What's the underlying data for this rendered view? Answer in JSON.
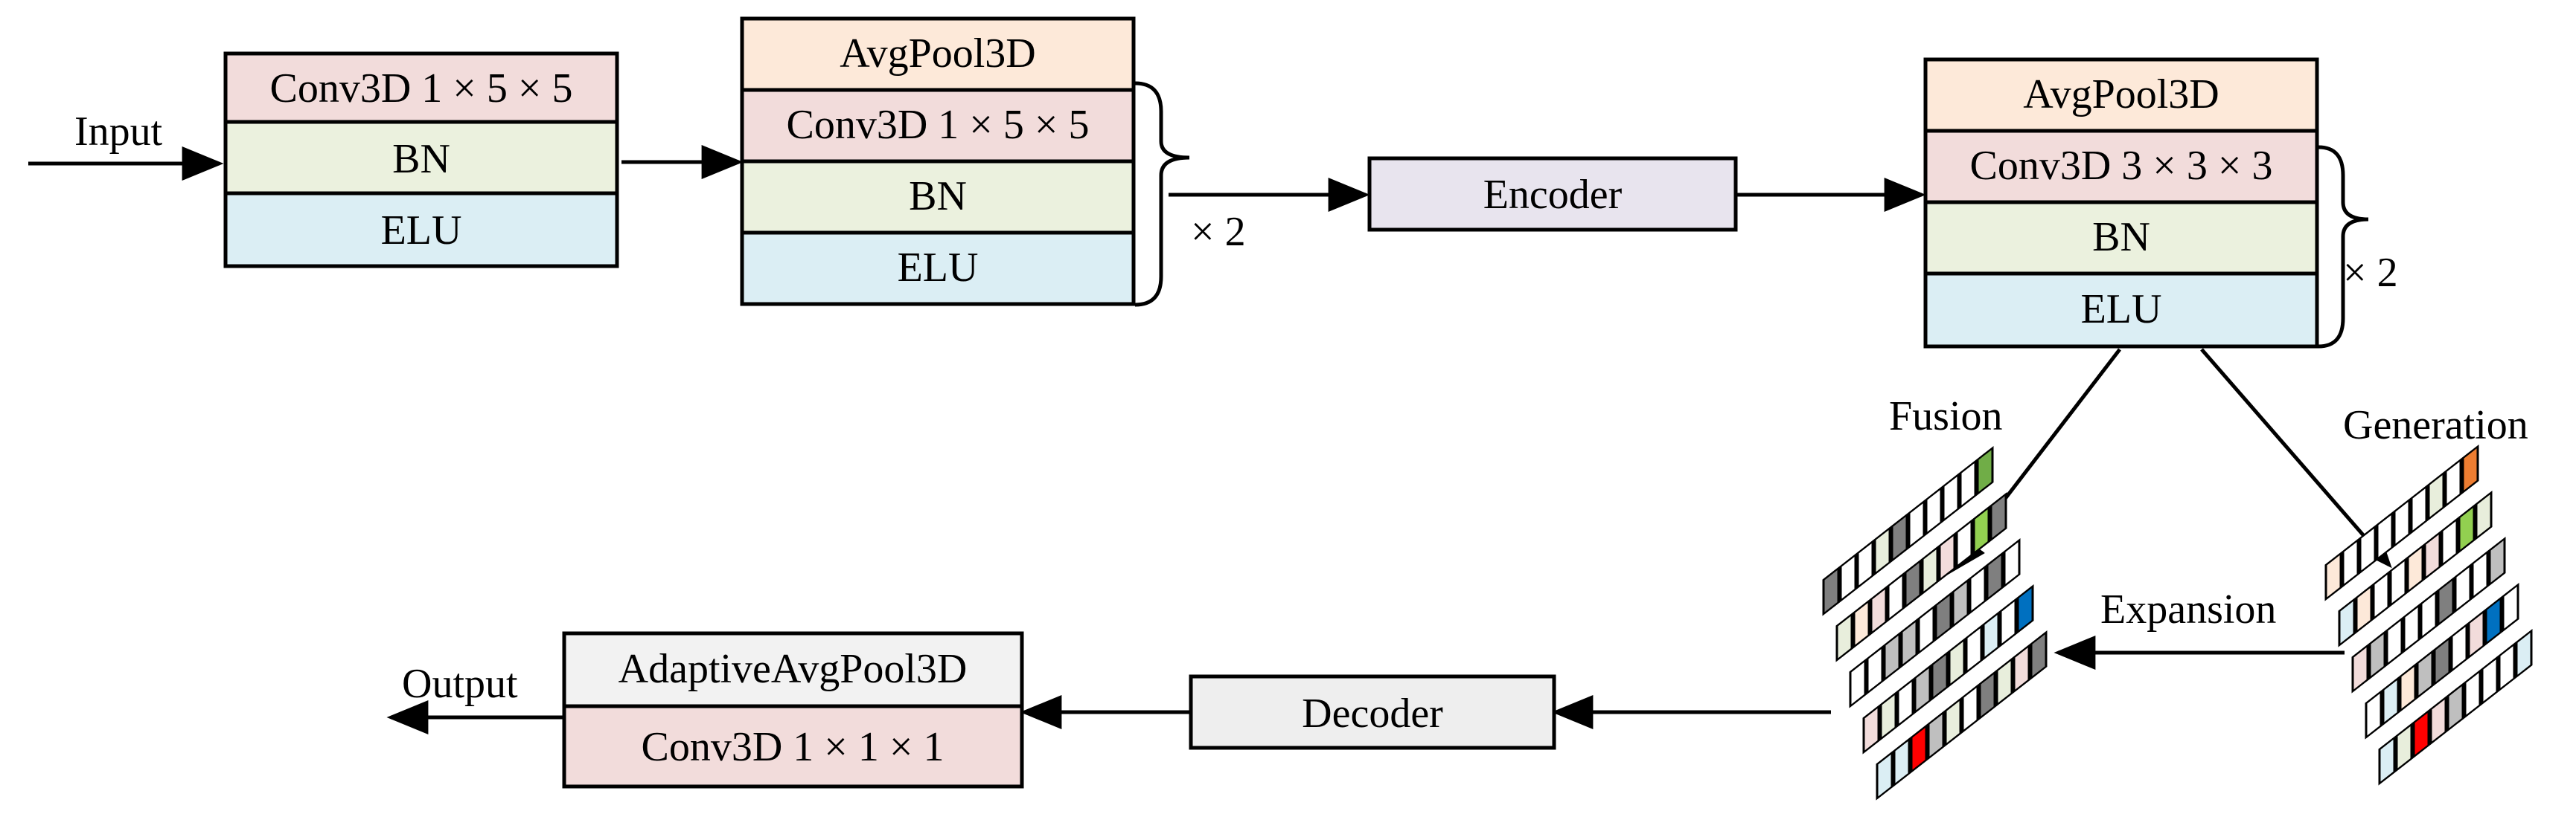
{
  "colors": {
    "conv": "#f2dcdb",
    "bn": "#ebf1de",
    "elu": "#dbeef4",
    "pool": "#fde9d9",
    "encoder": "#e8e4ee",
    "decoder": "#eeeeee",
    "adaptive": "#f2f2f2",
    "stroke": "#000000"
  },
  "block1": {
    "conv": "Conv3D 1 × 5 × 5",
    "bn": "BN",
    "elu": "ELU"
  },
  "block2": {
    "pool": "AvgPool3D",
    "conv": "Conv3D 1 × 5 × 5",
    "bn": "BN",
    "elu": "ELU",
    "repeat": "× 2"
  },
  "encoder": "Encoder",
  "block3": {
    "pool": "AvgPool3D",
    "conv": "Conv3D 3 × 3 × 3",
    "bn": "BN",
    "elu": "ELU",
    "repeat": "× 2"
  },
  "labels": {
    "input": "Input",
    "output": "Output",
    "fusion": "Fusion",
    "generation": "Generation",
    "expansion": "Expansion"
  },
  "decoder": "Decoder",
  "out_block": {
    "pool": "AdaptiveAvgPool3D",
    "conv": "Conv3D 1 × 1 × 1"
  }
}
